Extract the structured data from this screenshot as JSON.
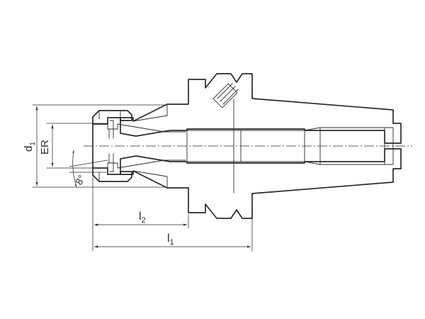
{
  "labels": {
    "d1": "d",
    "d1_sub": "1",
    "er": "ER",
    "angle": "8°",
    "l1": "l",
    "l1_sub": "1",
    "l2": "l",
    "l2_sub": "2"
  }
}
